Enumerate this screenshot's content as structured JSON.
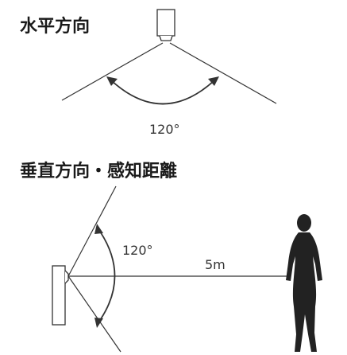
{
  "sections": {
    "horizontal": {
      "title": "水平方向",
      "angle_label": "120°"
    },
    "vertical": {
      "title": "垂直方向・感知距離",
      "angle_label": "120°",
      "distance_label": "5m"
    }
  },
  "colors": {
    "line": "#333333",
    "text": "#1a1a1a"
  },
  "icons": [
    "sensor-device",
    "person-silhouette"
  ]
}
